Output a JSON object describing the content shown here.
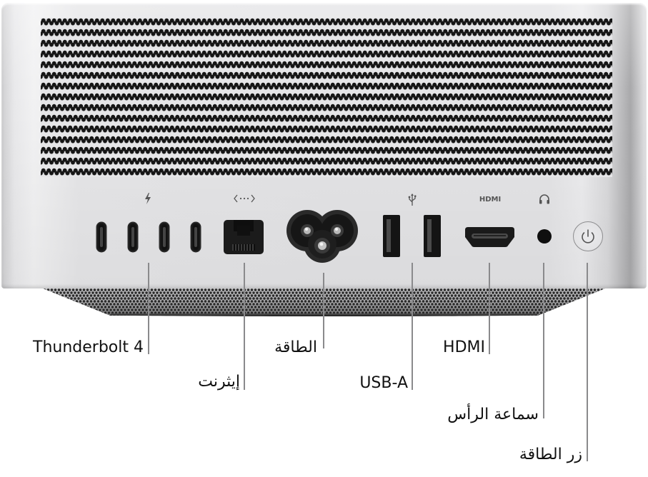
{
  "diagram": {
    "subject": "Mac Studio rear panel",
    "colors": {
      "aluminum": "#e4e4e6",
      "port_black": "#141414",
      "leader_line": "#8a8a8c",
      "label_text": "#111111",
      "icon_gray": "#555555"
    },
    "panel_icons": {
      "thunderbolt": "⚡",
      "ethernet": "‹···›",
      "usb": "USB trident",
      "hdmi": "HDMI",
      "headphone": "headphone",
      "power": "power"
    },
    "callouts": [
      {
        "id": "thunderbolt",
        "label": "Thunderbolt 4"
      },
      {
        "id": "ethernet",
        "label": "إيثرنت"
      },
      {
        "id": "power",
        "label": "الطاقة"
      },
      {
        "id": "usb_a",
        "label": "USB-A"
      },
      {
        "id": "hdmi",
        "label": "HDMI"
      },
      {
        "id": "headphone",
        "label": "سماعة الرأس"
      },
      {
        "id": "power_button",
        "label": "زر الطاقة"
      }
    ]
  }
}
